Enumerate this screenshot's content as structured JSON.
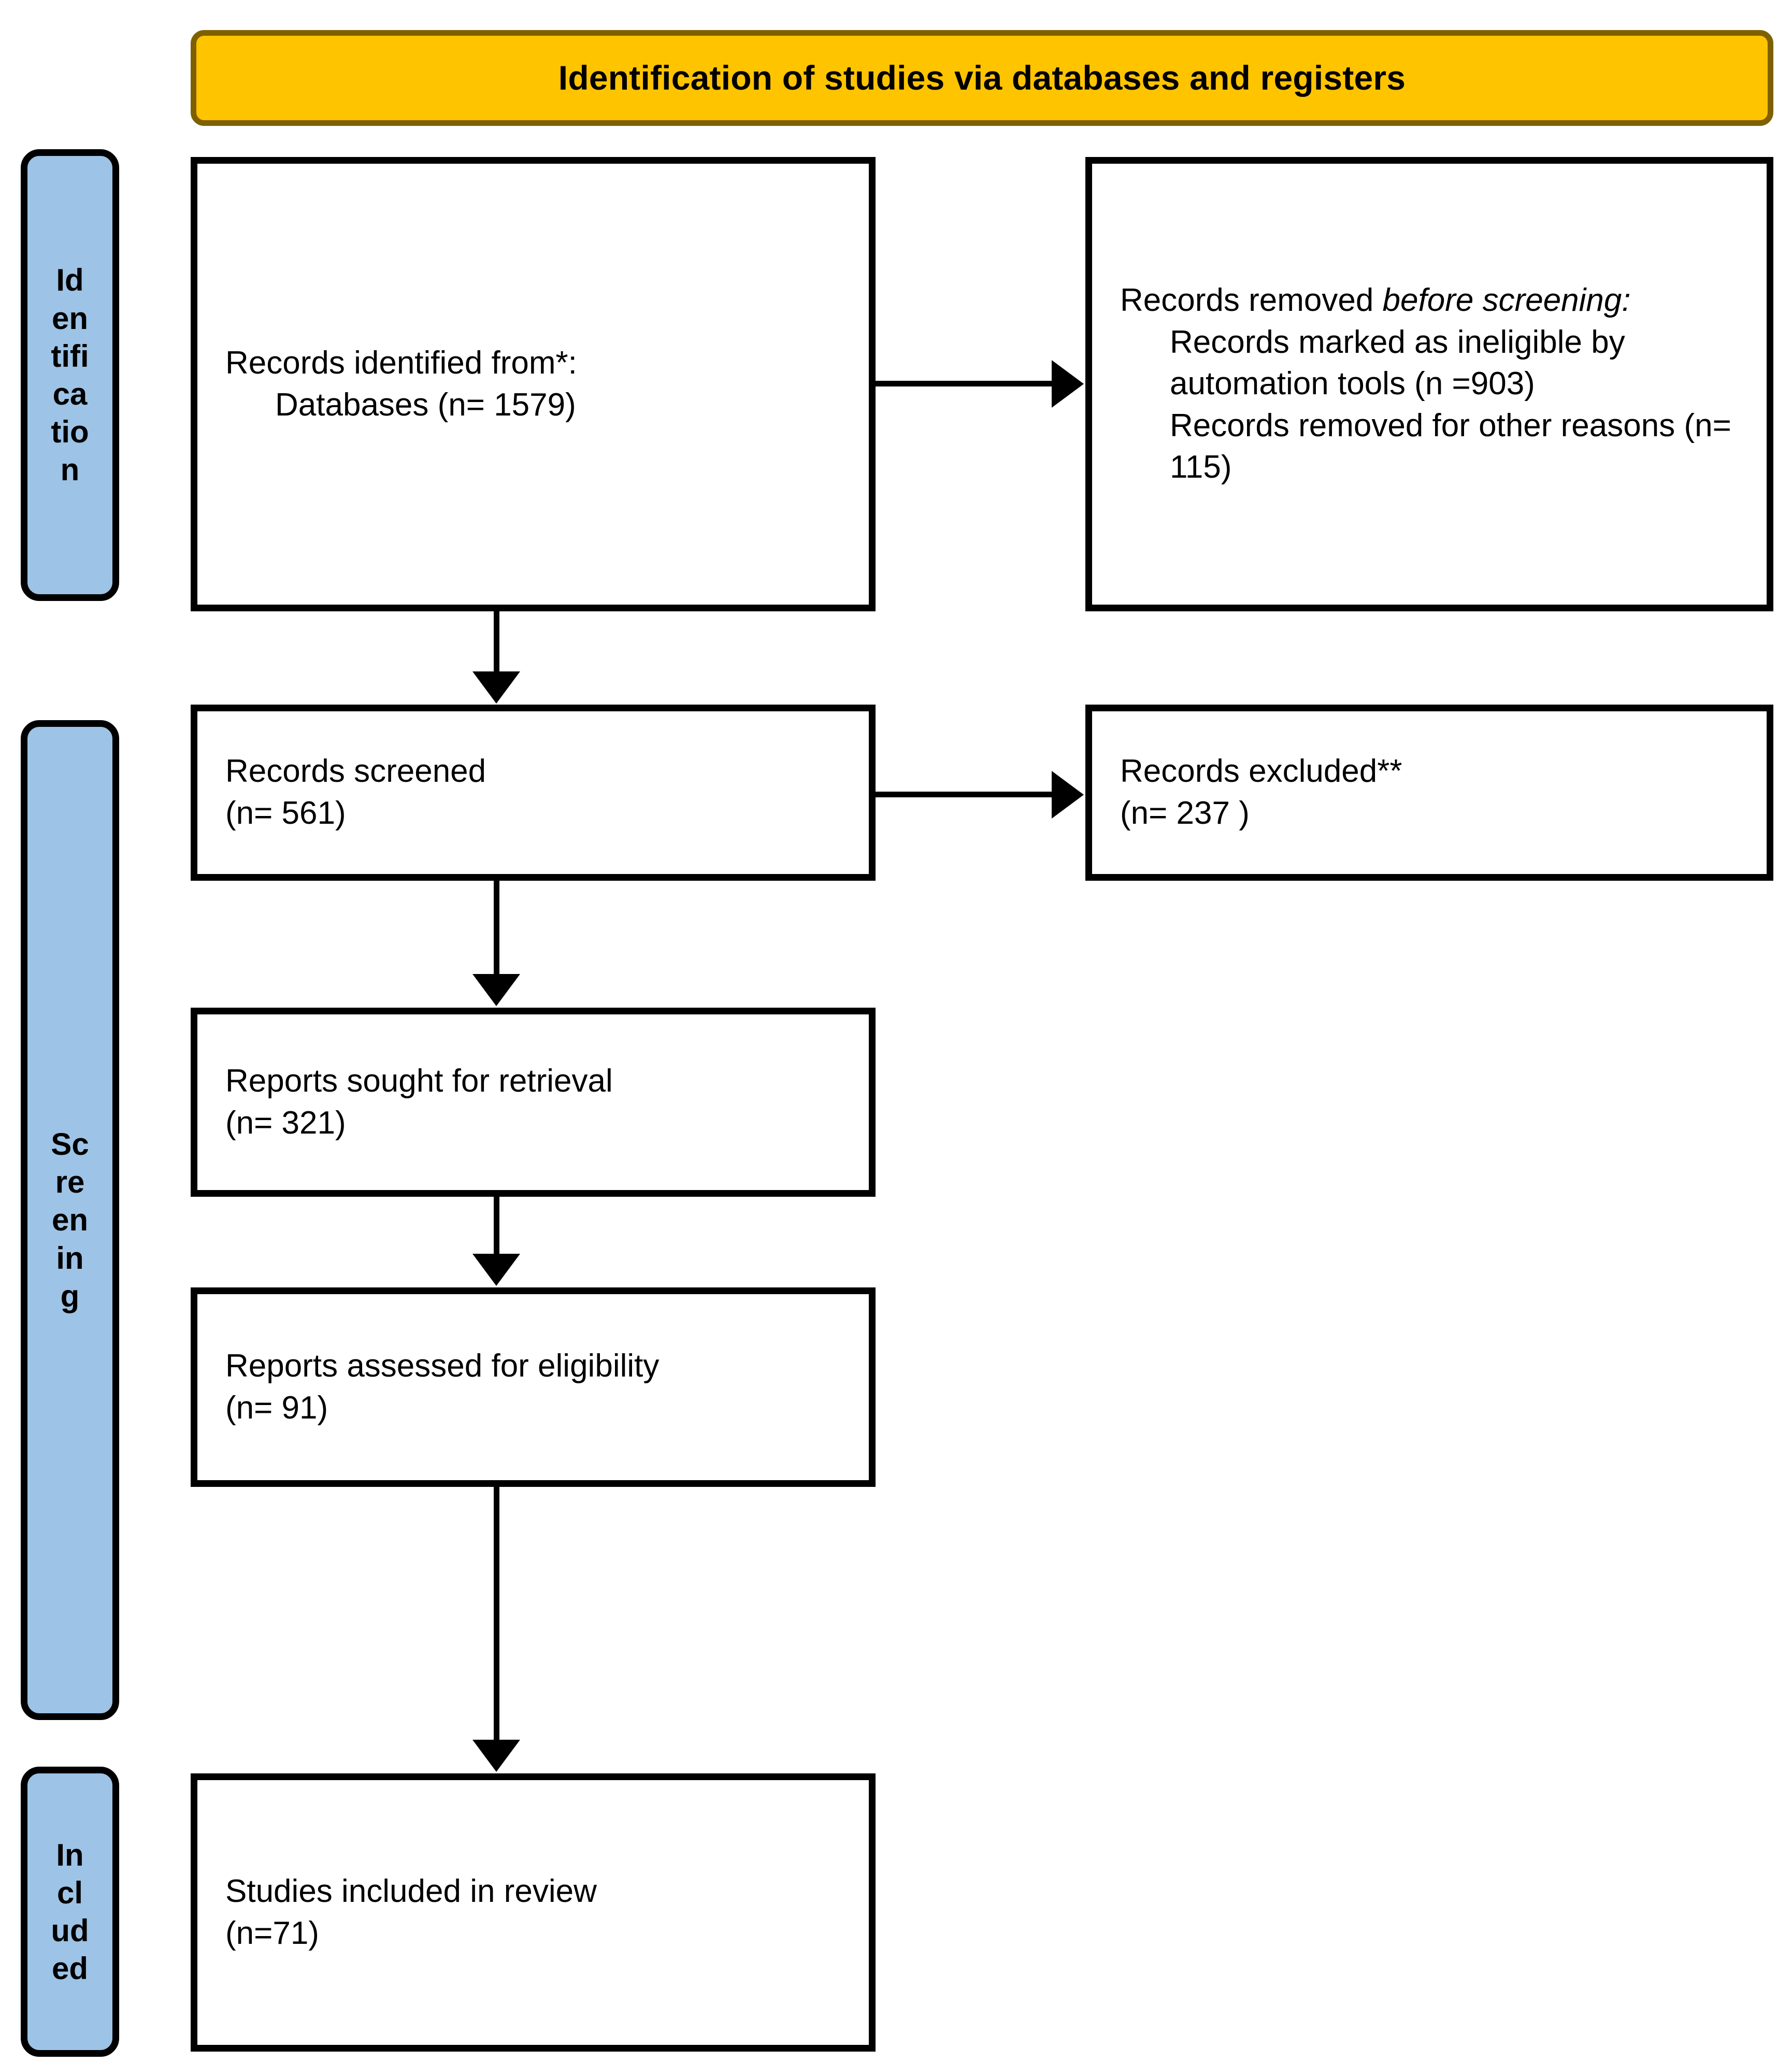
{
  "banner": {
    "title": "Identification of studies via databases and registers"
  },
  "stages": [
    {
      "name": "identification",
      "label": "Identification"
    },
    {
      "name": "screening",
      "label": "Screening"
    },
    {
      "name": "included",
      "label": "Included"
    }
  ],
  "boxes": {
    "identified": {
      "line1": "Records identified from*:",
      "line2": "Databases (n= 1579)"
    },
    "removed": {
      "line1_a": "Records removed ",
      "line1_b": "before screening",
      "line1_c": ":",
      "line2": "Records marked as ineligible by automation tools (n =903)",
      "line3": "Records removed for other reasons (n= 115)"
    },
    "screened": {
      "line1": "Records screened",
      "line2": "(n= 561)"
    },
    "excluded": {
      "line1": "Records excluded**",
      "line2": "(n= 237 )"
    },
    "sought": {
      "line1": "Reports sought for retrieval",
      "line2": "(n= 321)"
    },
    "assessed": {
      "line1": "Reports assessed for eligibility",
      "line2": "(n= 91)"
    },
    "included": {
      "line1": "Studies included in review",
      "line2": "(n=71)"
    }
  },
  "colors": {
    "banner_fill": "#FFC400",
    "banner_border": "#7F6000",
    "stage_fill": "#9DC3E6",
    "stage_border": "#000000",
    "box_border": "#000000",
    "text": "#000000"
  },
  "counts": {
    "databases": 1579,
    "ineligible_by_automation": 903,
    "removed_other_reasons": 115,
    "records_screened": 561,
    "records_excluded": 237,
    "reports_sought": 321,
    "reports_assessed": 91,
    "studies_included": 71
  }
}
